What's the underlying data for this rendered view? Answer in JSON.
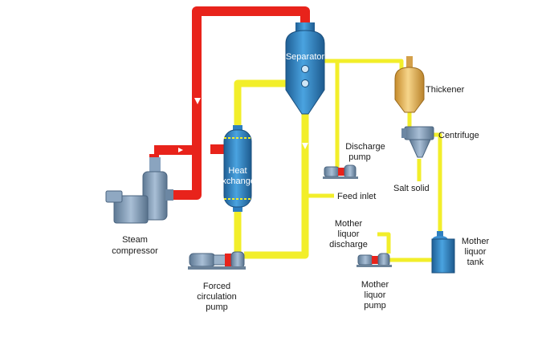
{
  "diagram": {
    "labels": {
      "separator": "Separator",
      "thickener": "Thickener",
      "centrifuge": "Centrifuge",
      "discharge_pump_1": "Discharge",
      "discharge_pump_2": "pump",
      "heat_exchanger_1": "Heat",
      "heat_exchanger_2": "exchanger",
      "feed_inlet": "Feed inlet",
      "salt_solid": "Salt solid",
      "steam_compressor_1": "Steam",
      "steam_compressor_2": "compressor",
      "mother_liquor_discharge_1": "Mother",
      "mother_liquor_discharge_2": "liquor",
      "mother_liquor_discharge_3": "discharge",
      "mother_liquor_tank_1": "Mother",
      "mother_liquor_tank_2": "liquor",
      "mother_liquor_tank_3": "tank",
      "forced_circulation_pump_1": "Forced",
      "forced_circulation_pump_2": "circulation",
      "forced_circulation_pump_3": "pump",
      "mother_liquor_pump_1": "Mother",
      "mother_liquor_pump_2": "liquor",
      "mother_liquor_pump_3": "pump"
    },
    "colors": {
      "steam_pipe": "#e8231b",
      "liquid_pipe": "#f2ee2a",
      "vessel_blue": "#2f7fc0",
      "thickener_gold": "#e6b45a",
      "equipment_gray": "#7c96b3"
    }
  }
}
